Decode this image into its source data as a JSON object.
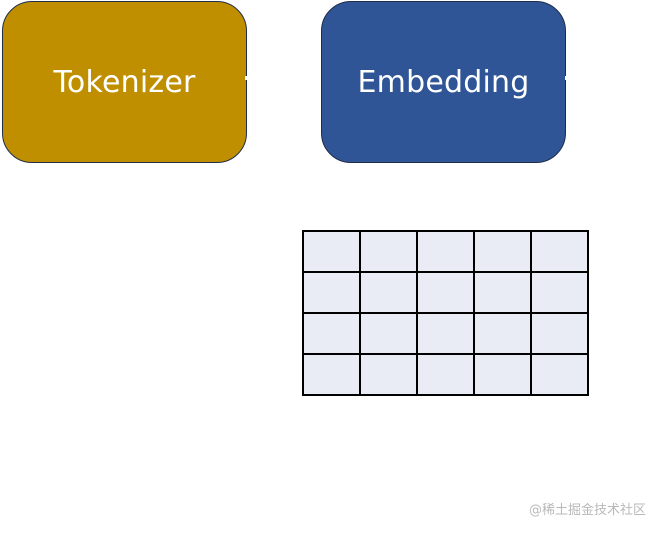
{
  "diagram": {
    "tokenizer_label": "Tokenizer",
    "embedding_label": "Embedding",
    "colors": {
      "tokenizer_fill": "#bf8f00",
      "embedding_fill": "#2f5597",
      "matrix_cell_fill": "#e9ebf5",
      "matrix_border": "#000000"
    },
    "matrix": {
      "rows": 4,
      "columns": 5
    }
  },
  "watermark": "@稀土掘金技术社区"
}
